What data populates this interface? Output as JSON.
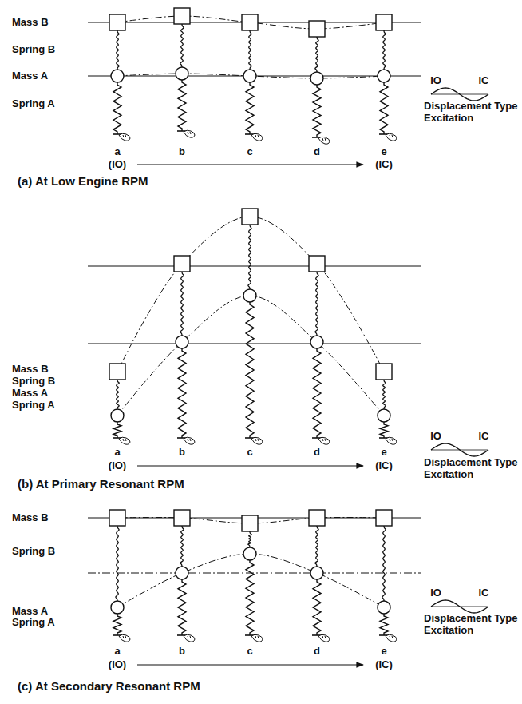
{
  "diagram": {
    "labels": [
      "Mass B",
      "Spring B",
      "Mass A",
      "Spring A",
      "a",
      "b",
      "c",
      "d",
      "e",
      "(IO)",
      "(IC)",
      "IO",
      "IC",
      "Displacement Type Excitation",
      "(a) At Low Engine RPM",
      "Mass B",
      "Spring B",
      "Mass A",
      "Spring A",
      "a",
      "b",
      "c",
      "d",
      "e",
      "(IO)",
      "(IC)",
      "IO",
      "IC",
      "Displacement Type Excitation",
      "(b) At Primary Resonant RPM",
      "Mass B",
      "Spring B",
      "Mass A",
      "Spring A",
      "a",
      "b",
      "c",
      "d",
      "e",
      "(IO)",
      "(IC)",
      "IO",
      "IC",
      "Displacement Type Excitation",
      "(c) At Secondary Resonant RPM"
    ]
  }
}
